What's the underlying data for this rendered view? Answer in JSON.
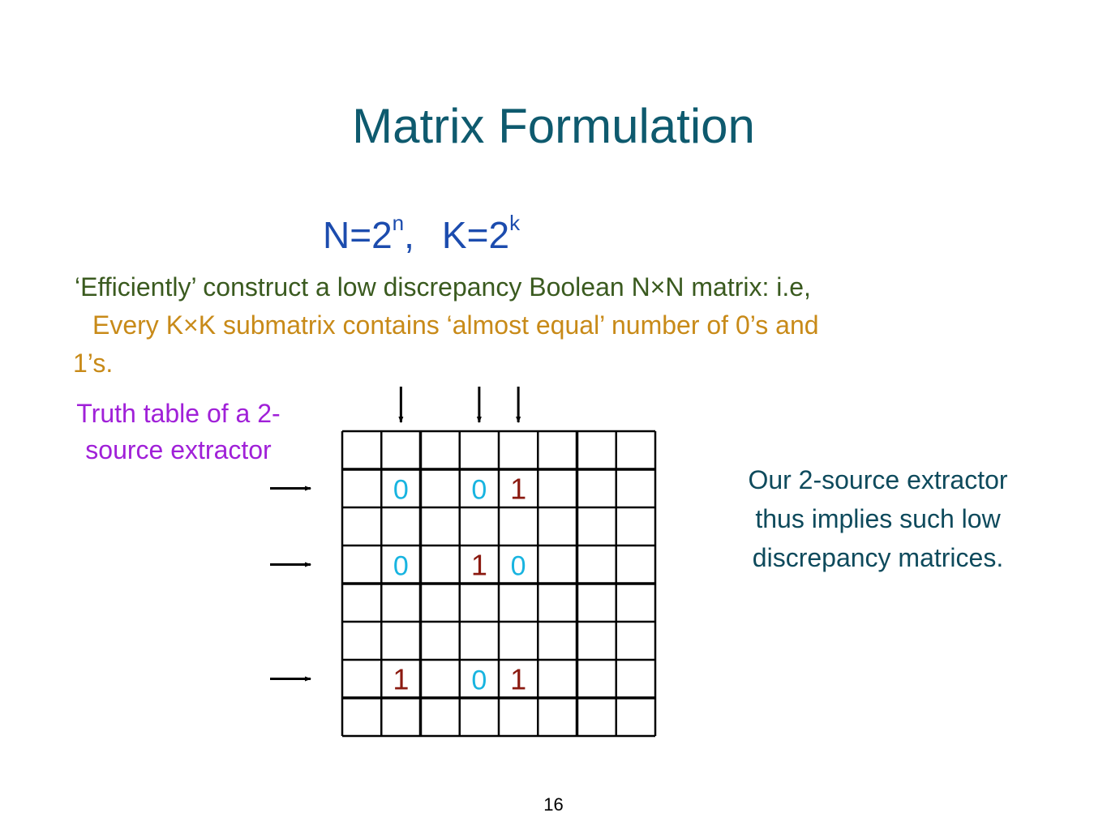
{
  "slide": {
    "title": "Matrix Formulation",
    "formula": {
      "n_lhs": "N=2",
      "n_exp": "n",
      "sep": ",",
      "k_lhs": "K=2",
      "k_exp": "k"
    },
    "line1": "‘Efficiently’ construct a low discrepancy Boolean N×N matrix: i.e,",
    "line2": "Every K×K submatrix contains ‘almost equal’ number of 0’s and",
    "line3": "1’s.",
    "truth_table_label": [
      "Truth table of a 2-",
      "source extractor"
    ],
    "extractor_note": [
      "Our 2-source extractor",
      "thus implies such low",
      "discrepancy matrices."
    ],
    "page_number": "16"
  },
  "matrix": {
    "rows": 8,
    "cols": 8,
    "entries": [
      {
        "row": 1,
        "col": 1,
        "value": "0",
        "kind": "zero"
      },
      {
        "row": 1,
        "col": 3,
        "value": "0",
        "kind": "zero"
      },
      {
        "row": 1,
        "col": 4,
        "value": "1",
        "kind": "one"
      },
      {
        "row": 3,
        "col": 1,
        "value": "0",
        "kind": "zero"
      },
      {
        "row": 3,
        "col": 3,
        "value": "1",
        "kind": "one"
      },
      {
        "row": 3,
        "col": 4,
        "value": "0",
        "kind": "zero"
      },
      {
        "row": 6,
        "col": 1,
        "value": "1",
        "kind": "one"
      },
      {
        "row": 6,
        "col": 3,
        "value": "0",
        "kind": "zero"
      },
      {
        "row": 6,
        "col": 4,
        "value": "1",
        "kind": "one"
      }
    ],
    "selected_rows": [
      1,
      3,
      6
    ],
    "selected_cols": [
      1,
      3,
      4
    ]
  },
  "colors": {
    "title": "#0e5a6e",
    "formula": "#1c4cae",
    "line1": "#3a5a1f",
    "line2": "#c88a18",
    "truth_label": "#a020d8",
    "note": "#0e4a5c",
    "zero": "#18b4e0",
    "one": "#8b1a10",
    "grid": "#000000"
  }
}
